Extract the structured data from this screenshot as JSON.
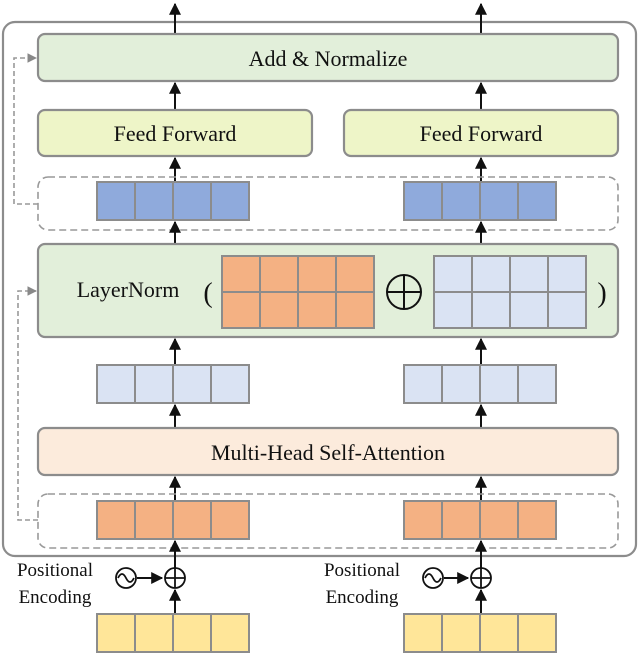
{
  "labels": {
    "add_normalize": "Add & Normalize",
    "feed_forward_left": "Feed Forward",
    "feed_forward_right": "Feed Forward",
    "layernorm": "LayerNorm",
    "paren_open": "(",
    "paren_close": ")",
    "oplus": "⊕",
    "mhsa": "Multi-Head Self-Attention",
    "pos_left_line1": "Positional",
    "pos_left_line2": "Encoding",
    "pos_right_line1": "Positional",
    "pos_right_line2": "Encoding"
  },
  "colors": {
    "outer_border": "#8c8c8c",
    "add_norm_fill": "#e2efda",
    "feed_forward_fill": "#eef5c8",
    "layernorm_fill": "#e2efda",
    "mhsa_fill": "#fcebdc",
    "blue_vector": "#8faadc",
    "light_blue_vector": "#dae3f3",
    "orange_vector": "#f4b183",
    "yellow_vector": "#ffe699",
    "arrow": "#111111",
    "dashed": "#999999"
  },
  "icons": {
    "sine_wave": "sine-wave-icon",
    "plus_circle": "plus-circle-icon",
    "concat_operator": "circled-plus-icon"
  }
}
